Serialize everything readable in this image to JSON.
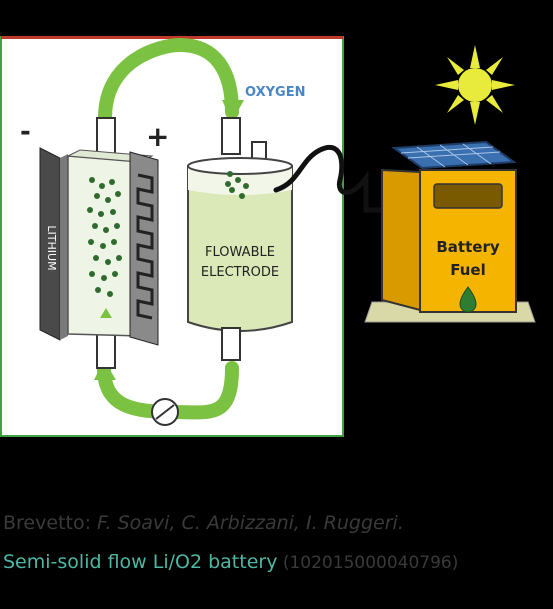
{
  "diagram": {
    "terminals": {
      "negative": "-",
      "positive": "+"
    },
    "labels": {
      "oxygen": "OXYGEN",
      "lithium": "LITHIUM",
      "flowable_line1": "FLOWABLE",
      "flowable_line2": "ELECTRODE",
      "battery_line1": "Battery",
      "battery_line2": "Fuel"
    },
    "icons": [
      "sun-icon",
      "solar-panel-icon",
      "pump-icon",
      "fuel-drop-icon",
      "flow-arrow-icon"
    ],
    "colors": {
      "frame_border": "#3fa23f",
      "flow_arrow": "#7cc242",
      "particles": "#2f6b2f",
      "sun": "#e8ea3c",
      "fuel_station": "#f4b400",
      "tank_fluid": "#dbe9b9"
    }
  },
  "caption": {
    "line1_prefix": "Brevetto: ",
    "line1_authors": "F. Soavi, C. Arbizzani, I. Ruggeri.",
    "line2_title": "Semi-solid flow Li/O2 battery",
    "line2_patent": " (102015000040796)"
  }
}
